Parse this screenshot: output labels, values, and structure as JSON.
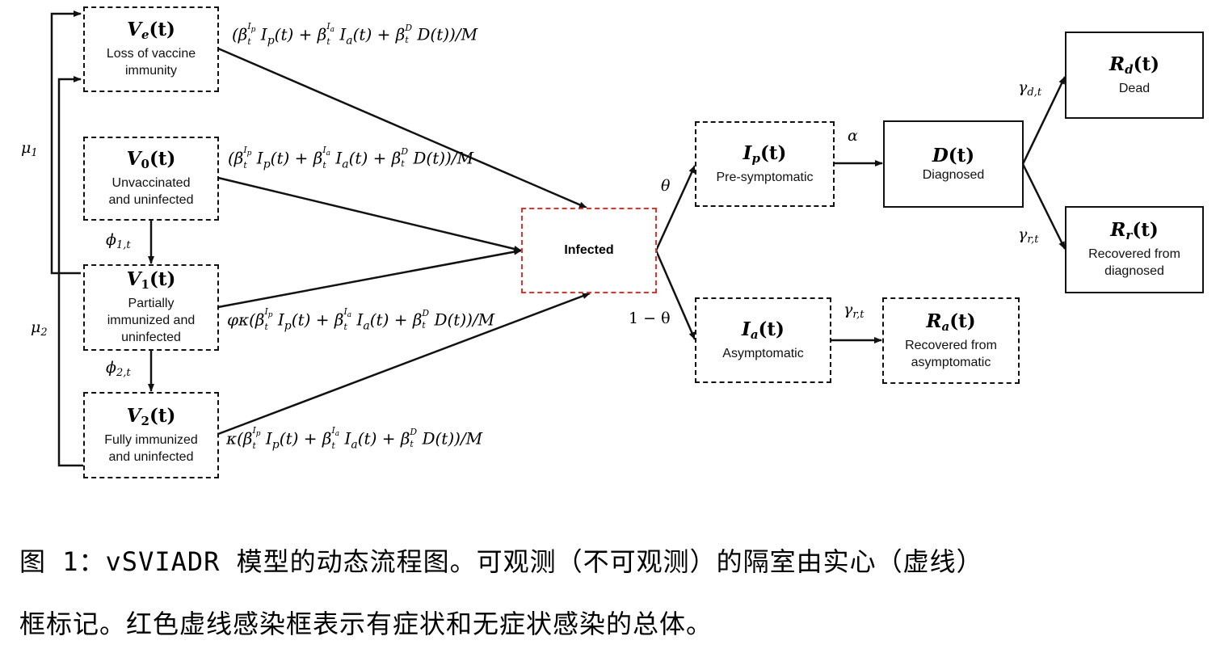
{
  "figure": {
    "compartments": {
      "ve": {
        "symbol": "V",
        "sub": "e",
        "arg": "(t)",
        "desc": [
          "Loss of vaccine",
          "immunity"
        ]
      },
      "v0": {
        "symbol": "V",
        "sub": "0",
        "arg": "(t)",
        "desc": [
          "Unvaccinated",
          "and uninfected"
        ]
      },
      "v1": {
        "symbol": "V",
        "sub": "1",
        "arg": "(t)",
        "desc": [
          "Partially",
          "immunized and",
          "uninfected"
        ]
      },
      "v2": {
        "symbol": "V",
        "sub": "2",
        "arg": "(t)",
        "desc": [
          "Fully immunized",
          "and uninfected"
        ]
      },
      "infected": {
        "label": "Infected"
      },
      "ip": {
        "symbol": "I",
        "sub": "p",
        "arg": "(t)",
        "desc": [
          "Pre-symptomatic"
        ]
      },
      "ia": {
        "symbol": "I",
        "sub": "a",
        "arg": "(t)",
        "desc": [
          "Asymptomatic"
        ]
      },
      "d": {
        "symbol": "D",
        "sub": "",
        "arg": "(t)",
        "desc": [
          "Diagnosed"
        ]
      },
      "ra": {
        "symbol": "R",
        "sub": "a",
        "arg": "(t)",
        "desc": [
          "Recovered from",
          "asymptomatic"
        ]
      },
      "rd": {
        "symbol": "R",
        "sub": "d",
        "arg": "(t)",
        "desc": [
          "Dead"
        ]
      },
      "rr": {
        "symbol": "R",
        "sub": "r",
        "arg": "(t)",
        "desc": [
          "Recovered from",
          "diagnosed"
        ]
      }
    },
    "rates": {
      "ve_inf": "(β_t^{Ip} I_p(t) + β_t^{Ia} I_a(t) + β_t^D D(t))/M",
      "v0_inf": "(β_t^{Ip} I_p(t) + β_t^{Ia} I_a(t) + β_t^D D(t))/M",
      "v1_inf": "φκ(β_t^{Ip} I_p(t) + β_t^{Ia} I_a(t) + β_t^D D(t))/M",
      "v2_inf": "κ(β_t^{Ip} I_p(t) + β_t^{Ia} I_a(t) + β_t^D D(t))/M",
      "mu1": {
        "base": "μ",
        "sub": "1"
      },
      "mu2": {
        "base": "μ",
        "sub": "2"
      },
      "phi1": {
        "base": "ϕ",
        "sub": "1,t"
      },
      "phi2": {
        "base": "ϕ",
        "sub": "2,t"
      },
      "theta": "θ",
      "one_minus_theta": "1 − θ",
      "alpha": "α",
      "gamma_r_a": {
        "base": "γ",
        "sub": "r,t"
      },
      "gamma_d": {
        "base": "γ",
        "sub": "d,t"
      },
      "gamma_r_d": {
        "base": "γ",
        "sub": "r,t"
      }
    },
    "colors": {
      "infected_border": "#e8302a",
      "line": "#111111"
    }
  },
  "caption": {
    "line1": "图 1：vSVIADR 模型的动态流程图。可观测（不可观测）的隔室由实心（虚线）",
    "line2": "框标记。红色虚线感染框表示有症状和无症状感染的总体。"
  }
}
